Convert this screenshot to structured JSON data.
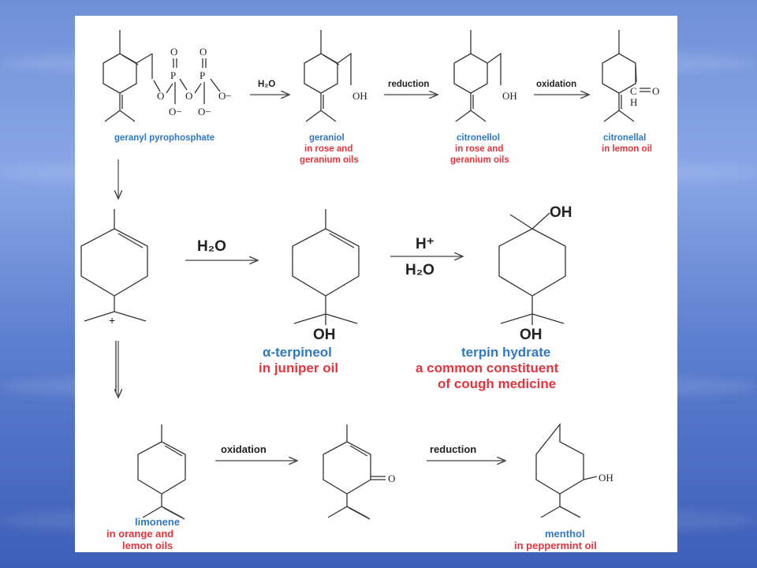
{
  "row1": {
    "geranyl": {
      "name": "geranyl pyrophosphate",
      "o": "O",
      "p": "P",
      "ominus": "O−"
    },
    "step1": "H₂O",
    "geraniol": {
      "name": "geraniol",
      "source1": "in rose and",
      "source2": "geranium oils",
      "oh": "OH"
    },
    "step2": "reduction",
    "citronellol": {
      "name": "citronellol",
      "source1": "in rose and",
      "source2": "geranium oils",
      "oh": "OH"
    },
    "step3": "oxidation",
    "citronellal": {
      "name": "citronellal",
      "source": "in lemon oil",
      "c": "C",
      "o": "O",
      "h": "H"
    }
  },
  "row2": {
    "cation_charge": "+",
    "step1": "H₂O",
    "terpineol": {
      "name": "α-terpineol",
      "source": "in juniper oil",
      "oh": "OH"
    },
    "step2_top": "H⁺",
    "step2_bottom": "H₂O",
    "terpin": {
      "name": "terpin hydrate",
      "source1": "a common constituent",
      "source2": "of cough medicine",
      "oh_top": "OH",
      "oh_bottom": "OH"
    }
  },
  "row3": {
    "limonene": {
      "name": "limonene",
      "source1": "in orange and",
      "source2": "lemon oils"
    },
    "step1": "oxidation",
    "ketone_o": "O",
    "step2": "reduction",
    "menthol": {
      "name": "menthol",
      "source": "in peppermint oil",
      "oh": "OH"
    }
  },
  "colors": {
    "compound_name": "#2f78c4",
    "source": "#e8333c",
    "background": "#6f8fd8"
  }
}
